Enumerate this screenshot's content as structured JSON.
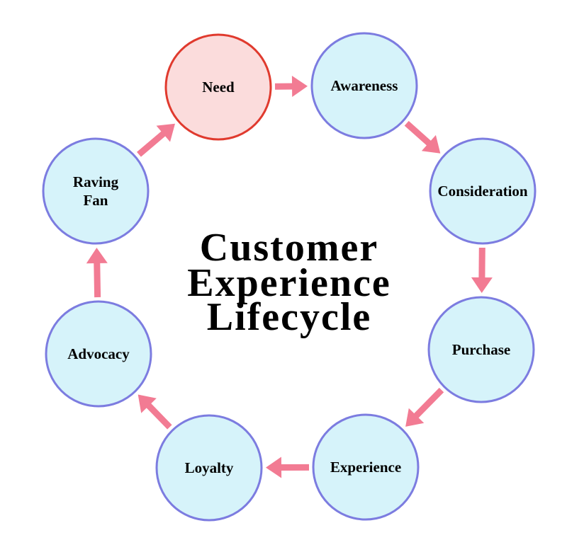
{
  "title": {
    "line1": "Customer",
    "line2": "Experience",
    "line3": "Lifecycle"
  },
  "stages": [
    {
      "id": "need",
      "lines": [
        "Need"
      ],
      "highlight": true
    },
    {
      "id": "awareness",
      "lines": [
        "Awareness"
      ],
      "highlight": false
    },
    {
      "id": "consideration",
      "lines": [
        "Consideration"
      ],
      "highlight": false
    },
    {
      "id": "purchase",
      "lines": [
        "Purchase"
      ],
      "highlight": false
    },
    {
      "id": "experience",
      "lines": [
        "Experience"
      ],
      "highlight": false
    },
    {
      "id": "loyalty",
      "lines": [
        "Loyalty"
      ],
      "highlight": false
    },
    {
      "id": "advocacy",
      "lines": [
        "Advocacy"
      ],
      "highlight": false
    },
    {
      "id": "raving-fan",
      "lines": [
        "Raving",
        "Fan"
      ],
      "highlight": false
    }
  ],
  "colors": {
    "node_fill": "#d6f3fa",
    "node_stroke": "#7c7ce0",
    "highlight_fill": "#fbdcdc",
    "highlight_stroke": "#e03a2e",
    "arrow": "#f27b93",
    "text": "#000000"
  }
}
